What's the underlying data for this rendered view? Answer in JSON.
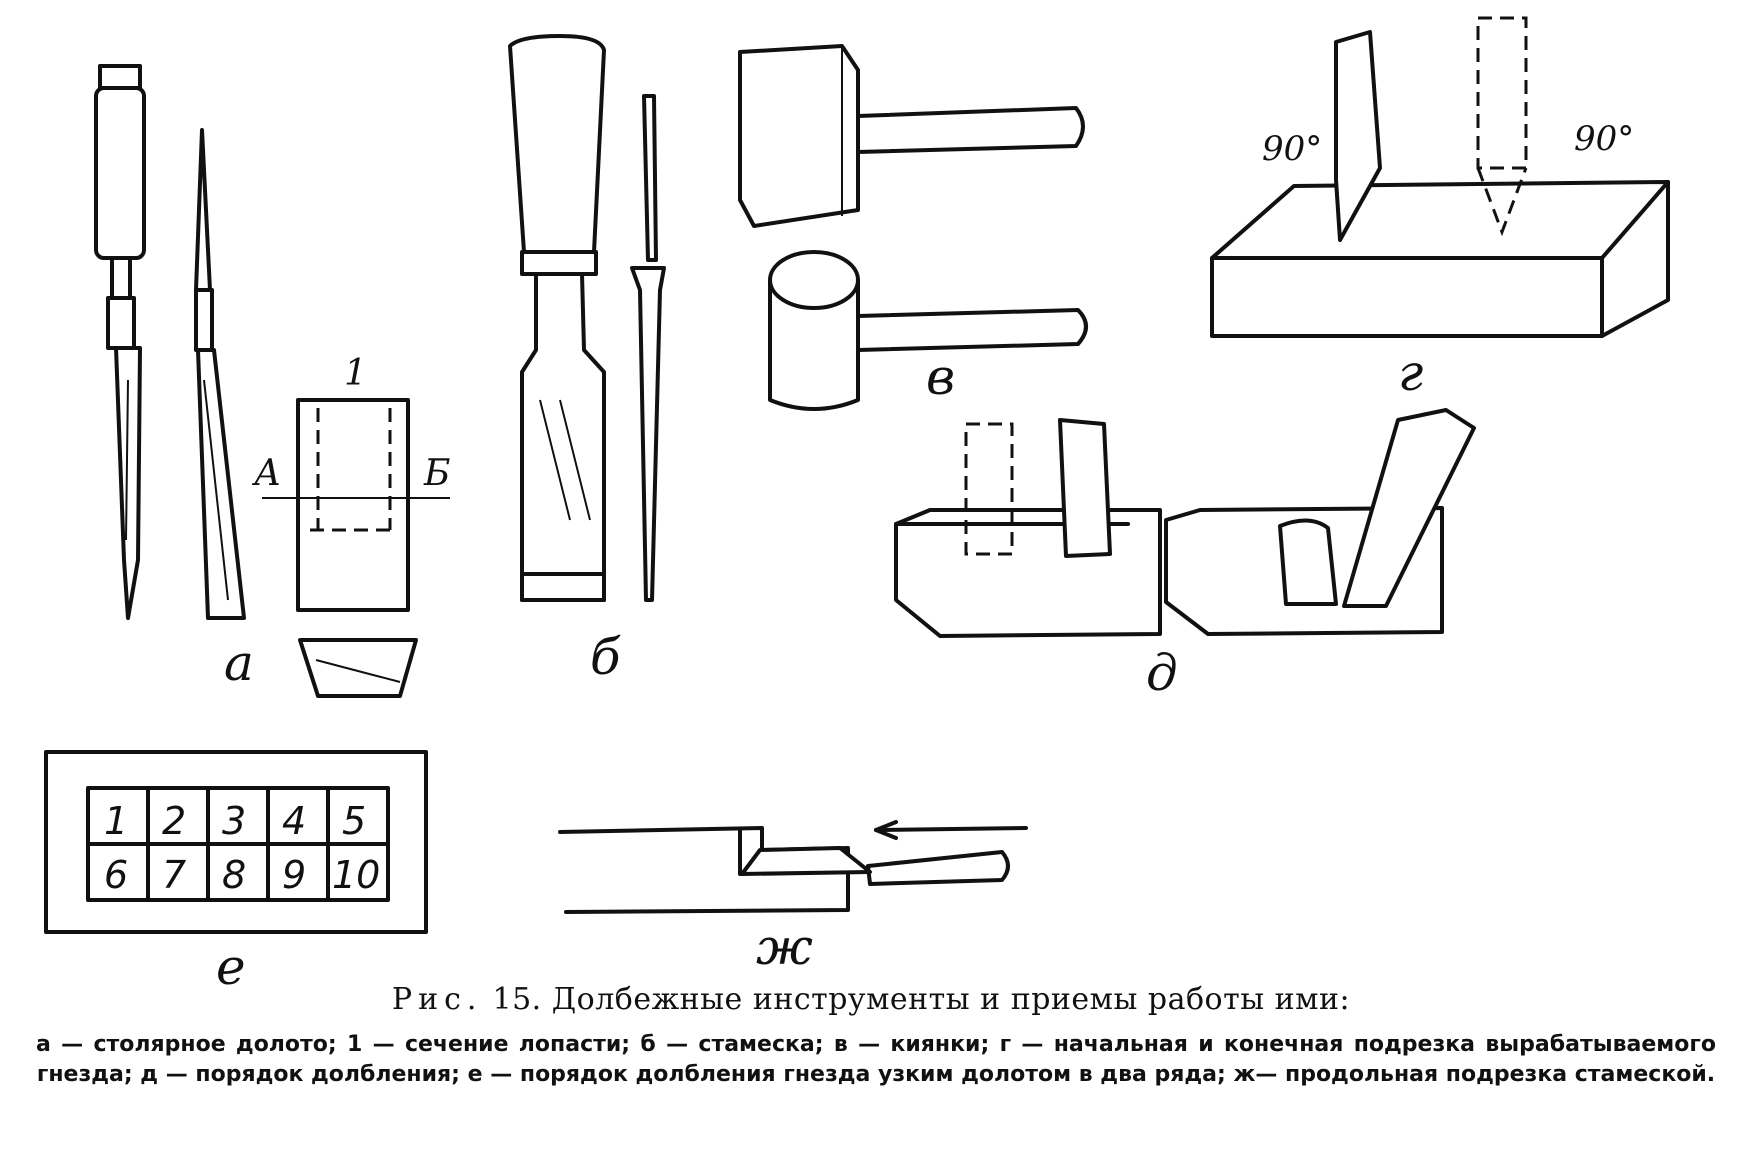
{
  "figure": {
    "labels": {
      "a": "а",
      "b": "б",
      "v": "в",
      "g": "г",
      "d": "д",
      "e": "е",
      "zh": "ж",
      "section_number": "1",
      "section_left": "А",
      "section_right": "Б",
      "angle_left": "90°",
      "angle_right": "90°"
    },
    "grid_cells": [
      "1",
      "2",
      "3",
      "4",
      "5",
      "6",
      "7",
      "8",
      "9",
      "10"
    ]
  },
  "caption": {
    "prefix": "Рис.",
    "title": "15. Долбежные инструменты и приемы работы ими:",
    "body": "а — столярное долото; 1 — сечение лопасти; б — стамеска; в — киянки; г — начальная и конечная подрезка вырабатываемого гнезда; д — порядок долбления; е — порядок долбления гнезда узким долотом в два ряда; ж— продольная подрезка стамеской."
  }
}
